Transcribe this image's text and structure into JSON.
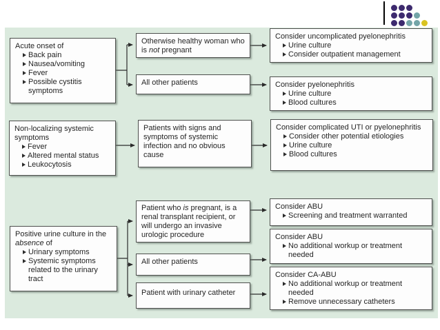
{
  "slide": {
    "background": "#ffffff",
    "panel_background": "#dbeade"
  },
  "decoration": {
    "divider_line_color": "#000000",
    "dot_colors": {
      "purple": "#3d2a6e",
      "teal": "#74a5a8",
      "yellow": "#d9c322"
    },
    "dot_rows": [
      [
        "purple",
        "purple",
        "purple"
      ],
      [
        "purple",
        "purple",
        "purple",
        "teal"
      ],
      [
        "purple",
        "purple",
        "teal",
        "teal",
        "yellow"
      ]
    ]
  },
  "flowchart": {
    "text_color": "#242424",
    "box_border_color": "#4d4f4d",
    "boxes": [
      {
        "id": "l1",
        "title": [
          "Acute onset of"
        ],
        "bullets": [
          "Back pain",
          "Nausea/vomiting",
          "Fever",
          "Possible cystitis symptoms"
        ]
      },
      {
        "id": "m1",
        "title": [
          "Otherwise healthy woman who is ",
          {
            "i": "not"
          },
          " pregnant"
        ],
        "bullets": []
      },
      {
        "id": "m2",
        "title": [
          "All other patients"
        ],
        "bullets": []
      },
      {
        "id": "r1",
        "title": [
          "Consider uncomplicated pyelonephritis"
        ],
        "bullets": [
          "Urine culture",
          "Consider outpatient management"
        ]
      },
      {
        "id": "r2",
        "title": [
          "Consider pyelonephritis"
        ],
        "bullets": [
          "Urine culture",
          "Blood cultures"
        ]
      },
      {
        "id": "l2",
        "title": [
          "Non-localizing systemic symptoms"
        ],
        "bullets": [
          "Fever",
          "Altered mental status",
          "Leukocytosis"
        ]
      },
      {
        "id": "m3",
        "title": [
          "Patients with signs and symptoms of systemic infection and no obvious cause"
        ],
        "bullets": []
      },
      {
        "id": "r3",
        "title": [
          "Consider complicated UTI or pyelonephritis"
        ],
        "bullets": [
          "Consider other potential etiologies",
          "Urine culture",
          "Blood cultures"
        ]
      },
      {
        "id": "l3",
        "title": [
          "Positive urine culture in the ",
          {
            "i": "absence"
          },
          " of"
        ],
        "bullets": [
          "Urinary symptoms",
          "Systemic symptoms related to the urinary tract"
        ]
      },
      {
        "id": "m4",
        "title": [
          "Patient who ",
          {
            "i": "is"
          },
          " pregnant, is a renal transplant recipient, or will undergo an invasive urologic procedure"
        ],
        "bullets": []
      },
      {
        "id": "m5",
        "title": [
          "All other patients"
        ],
        "bullets": []
      },
      {
        "id": "m6",
        "title": [
          "Patient with urinary catheter"
        ],
        "bullets": []
      },
      {
        "id": "r4",
        "title": [
          "Consider ABU"
        ],
        "bullets": [
          "Screening and treatment warranted"
        ]
      },
      {
        "id": "r5",
        "title": [
          "Consider ABU"
        ],
        "bullets": [
          "No additional workup or treatment needed"
        ]
      },
      {
        "id": "r6",
        "title": [
          "Consider CA-ABU"
        ],
        "bullets": [
          "No additional workup or treatment needed",
          "Remove unnecessary catheters"
        ]
      }
    ]
  }
}
